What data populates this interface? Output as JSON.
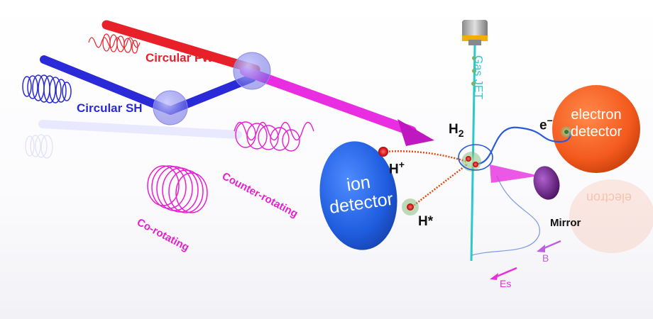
{
  "colors": {
    "fw_beam": "#e8202a",
    "sh_beam": "#2a2ad8",
    "combined_beam": "#e82ee0",
    "ion_detector": "#1f5de0",
    "electron_detector": "#f45a1e",
    "gas_jet": "#2cc8cc",
    "trajectory": "#e04a10"
  },
  "beams": {
    "fw_label": "Circular FW",
    "sh_label": "Circular SH"
  },
  "modes": {
    "counter_label": "Counter-rotating",
    "co_label": "Co-rotating"
  },
  "detectors": {
    "ion": "ion\ndetector",
    "electron": "electron\ndetector",
    "electron_reflection": "electron"
  },
  "labels": {
    "gas_jet": "Gas JET",
    "molecule": "H",
    "molecule_sub": "2",
    "electron": "e",
    "electron_sup": "−",
    "proton": "H",
    "proton_sup": "+",
    "excited": "H*",
    "mirror": "Mirror",
    "es": "Es",
    "b": "B"
  },
  "icons": [
    "nozzle-icon",
    "mirror-icon",
    "helix-icon",
    "arrow-icon"
  ]
}
